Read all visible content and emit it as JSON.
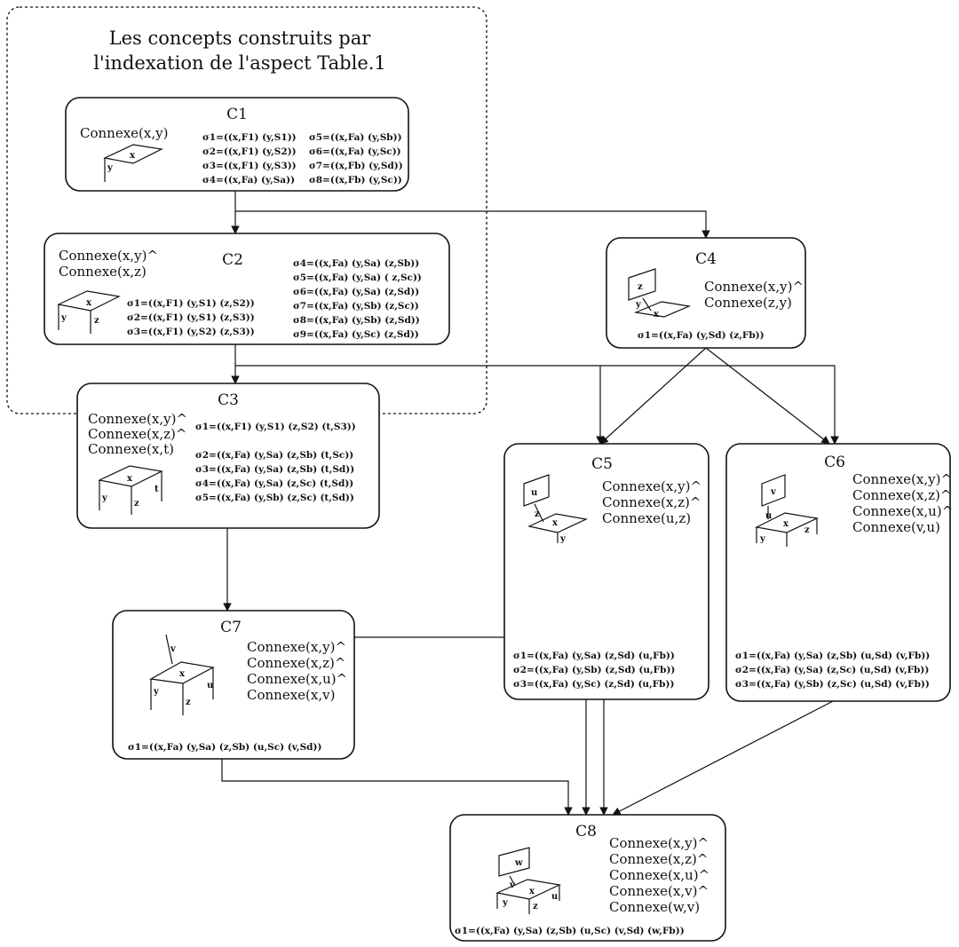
{
  "title_lines": [
    "Les concepts construits par",
    "l'indexation de l'aspect Table.1"
  ],
  "concepts": {
    "c1": {
      "name": "C1",
      "relations": [
        "Connexe(x,y)"
      ],
      "sigmas_a": [
        "σ1=((x,F1) (y,S1))",
        "σ2=((x,F1) (y,S2))",
        "σ3=((x,F1) (y,S3))",
        "σ4=((x,Fa) (y,Sa))"
      ],
      "sigmas_b": [
        "σ5=((x,Fa) (y,Sb))",
        "σ6=((x,Fa) (y,Sc))",
        "σ7=((x,Fb) (y,Sd))",
        "σ8=((x,Fb) (y,Sc))"
      ],
      "var_labels": [
        "x",
        "y"
      ]
    },
    "c2": {
      "name": "C2",
      "relations": [
        "Connexe(x,y)^",
        "Connexe(x,z)"
      ],
      "sigmas_a": [
        "σ1=((x,F1) (y,S1) (z,S2))",
        "σ2=((x,F1) (y,S1) (z,S3))",
        "σ3=((x,F1) (y,S2) (z,S3))"
      ],
      "sigmas_b": [
        "σ4=((x,Fa) (y,Sa) (z,Sb))",
        "σ5=((x,Fa) (y,Sa) ( z,Sc))",
        "σ6=((x,Fa) (y,Sa) (z,Sd))",
        "σ7=((x,Fa) (y,Sb) (z,Sc))",
        "σ8=((x,Fa) (y,Sb) (z,Sd))",
        "σ9=((x,Fa) (y,Sc) (z,Sd))"
      ],
      "var_labels": [
        "x",
        "y",
        "z"
      ]
    },
    "c3": {
      "name": "C3",
      "relations": [
        "Connexe(x,y)^",
        "Connexe(x,z)^",
        "Connexe(x,t)"
      ],
      "sigma_first": "σ1=((x,F1) (y,S1) (z,S2) (t,S3))",
      "sigmas_b": [
        "σ2=((x,Fa) (y,Sa) (z,Sb) (t,Sc))",
        "σ3=((x,Fa) (y,Sa) (z,Sb) (t,Sd))",
        "σ4=((x,Fa) (y,Sa) (z,Sc) (t,Sd))",
        "σ5=((x,Fa) (y,Sb) (z,Sc) (t,Sd))"
      ],
      "var_labels": [
        "x",
        "y",
        "z",
        "t"
      ]
    },
    "c4": {
      "name": "C4",
      "relations": [
        "Connexe(x,y)^",
        "Connexe(z,y)"
      ],
      "sigmas": [
        "σ1=((x,Fa) (y,Sd) (z,Fb))"
      ],
      "var_labels": [
        "z",
        "y",
        "x"
      ]
    },
    "c5": {
      "name": "C5",
      "relations": [
        "Connexe(x,y)^",
        "Connexe(x,z)^",
        "Connexe(u,z)"
      ],
      "sigmas": [
        "σ1=((x,Fa) (y,Sa) (z,Sd) (u,Fb))",
        "σ2=((x,Fa) (y,Sb) (z,Sd) (u,Fb))",
        "σ3=((x,Fa) (y,Sc) (z,Sd) (u,Fb))"
      ],
      "var_labels": [
        "u",
        "z",
        "x",
        "y"
      ]
    },
    "c6": {
      "name": "C6",
      "relations": [
        "Connexe(x,y)^",
        "Connexe(x,z)^",
        "Connexe(x,u)^",
        "Connexe(v,u)"
      ],
      "sigmas": [
        "σ1=((x,Fa) (y,Sa) (z,Sb) (u,Sd) (v,Fb))",
        "σ2=((x,Fa) (y,Sa) (z,Sc) (u,Sd) (v,Fb))",
        "σ3=((x,Fa) (y,Sb) (z,Sc) (u,Sd) (v,Fb))"
      ],
      "var_labels": [
        "v",
        "u",
        "x",
        "y",
        "z"
      ]
    },
    "c7": {
      "name": "C7",
      "relations": [
        "Connexe(x,y)^",
        "Connexe(x,z)^",
        "Connexe(x,u)^",
        "Connexe(x,v)"
      ],
      "sigmas": [
        "σ1=((x,Fa) (y,Sa) (z,Sb) (u,Sc) (v,Sd))"
      ],
      "var_labels": [
        "v",
        "x",
        "y",
        "z",
        "u"
      ]
    },
    "c8": {
      "name": "C8",
      "relations": [
        "Connexe(x,y)^",
        "Connexe(x,z)^",
        "Connexe(x,u)^",
        "Connexe(x,v)^",
        "Connexe(w,v)"
      ],
      "sigmas": [
        "σ1=((x,Fa) (y,Sa) (z,Sb) (u,Sc) (v,Sd) (w,Fb))"
      ],
      "var_labels": [
        "w",
        "v",
        "x",
        "y",
        "z",
        "u"
      ]
    }
  }
}
